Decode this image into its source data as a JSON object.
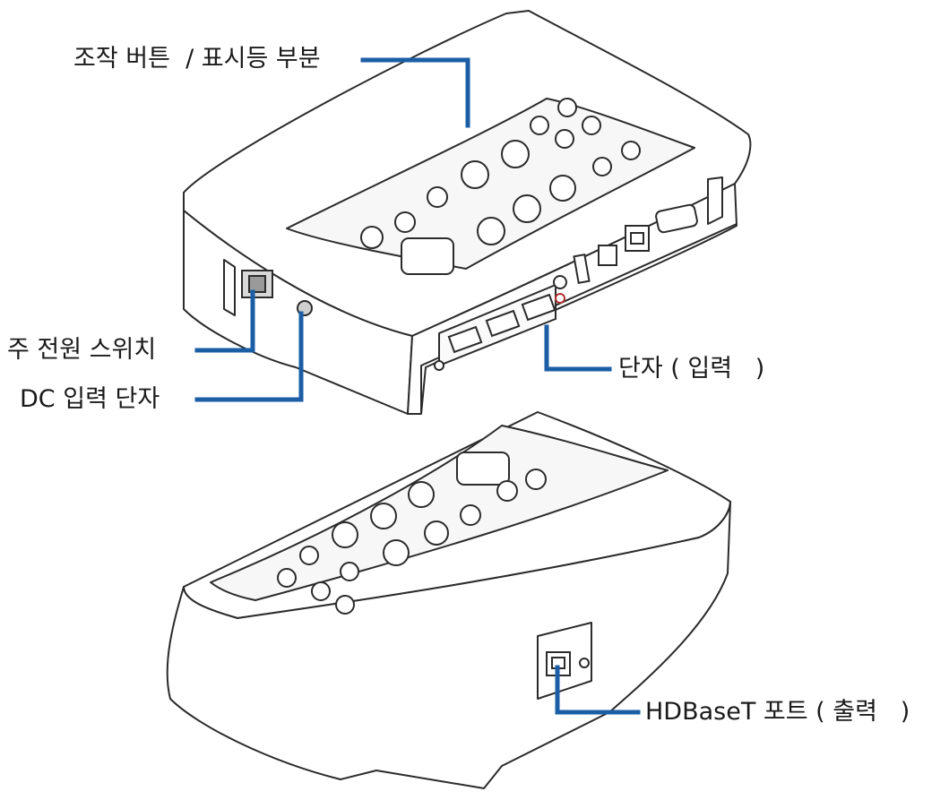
{
  "callouts": {
    "controls": "조작 버튼  / 표시등 부분",
    "power_switch": "주 전원 스위치",
    "dc_input": "DC 입력 단자",
    "input_terminals": "단자 ( 입력   )",
    "hdbaset": "HDBaseT 포트 ( 출력   )"
  },
  "colors": {
    "leader_line": "#1b5ea6",
    "outline": "#2b2b2b",
    "body_fill": "#ffffff",
    "panel_fill": "#f7f7f7"
  }
}
